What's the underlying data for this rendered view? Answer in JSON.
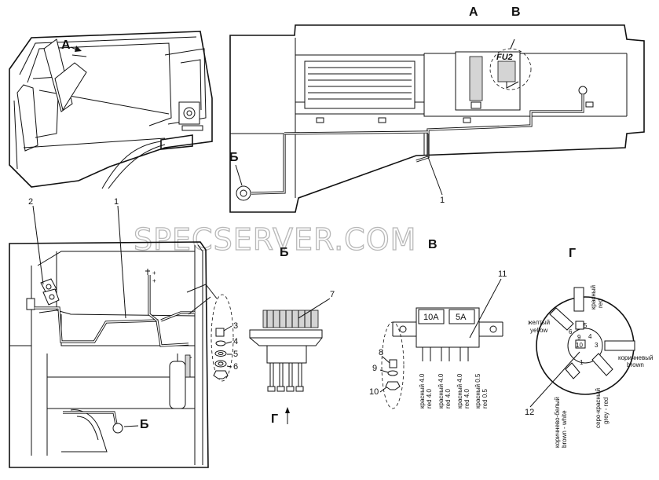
{
  "watermark": "SPECSERVER.COM",
  "views": {
    "a": "А",
    "v": "В",
    "b": "Б",
    "b_section": "Б",
    "v_section": "В",
    "g_section": "Г",
    "g_arrow": "Г"
  },
  "callouts": [
    "1",
    "2",
    "3",
    "4",
    "5",
    "6",
    "7",
    "8",
    "9",
    "10",
    "11",
    "12"
  ],
  "fuse_label": "FU2",
  "fuse_block": {
    "fuse_1": "10A",
    "fuse_2": "5A",
    "wires": [
      "красный 4.0",
      "red 4.0",
      "красный 4.0",
      "red 4.0",
      "красный 4.0",
      "red 4.0",
      "красный 0.5",
      "red 0.5"
    ]
  },
  "connector": {
    "pins": [
      "5",
      "6",
      "9",
      "10",
      "4",
      "3",
      "1"
    ],
    "wire_labels": {
      "red_ru": "красный",
      "red_en": "red",
      "yellow_ru": "желтый",
      "yellow_en": "yellow",
      "brown_ru": "коричневый",
      "brown_en": "brown",
      "greyred_ru": "серо-красный",
      "greyred_en": "grey - red",
      "brownwhite_ru": "коричнево-белый",
      "brownwhite_en": "brown - white"
    }
  }
}
